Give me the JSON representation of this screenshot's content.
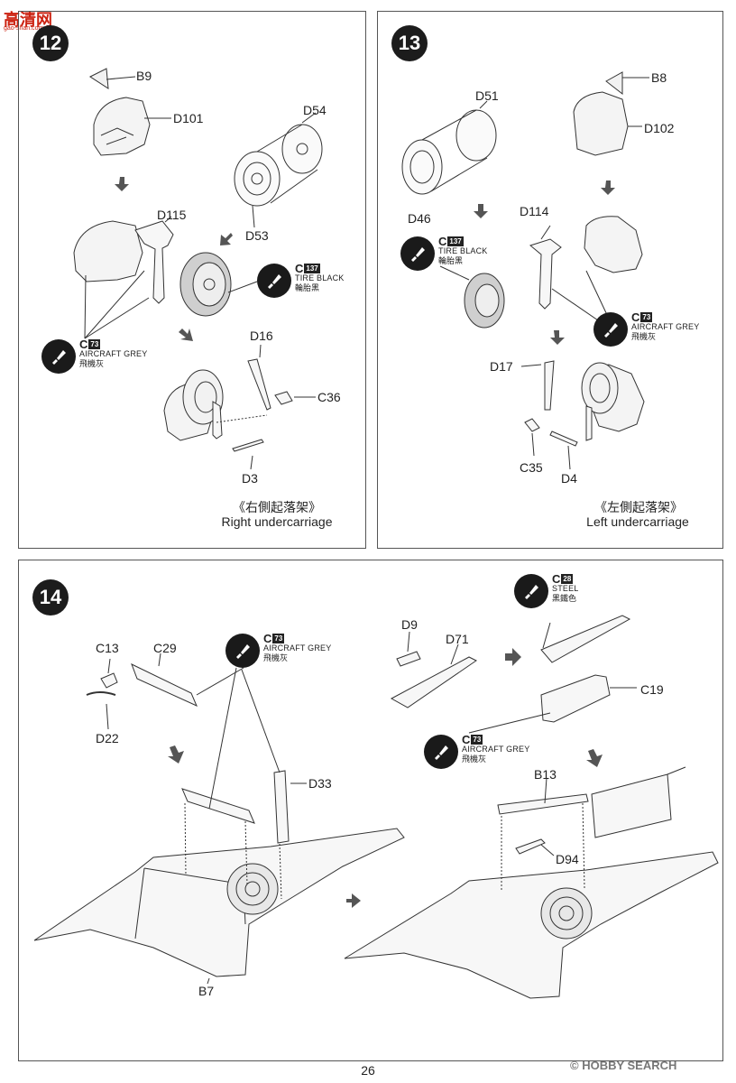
{
  "watermark_top": {
    "cn": "高清网",
    "url": "gao-shan.com"
  },
  "page_number": "26",
  "footer_watermark": "© HOBBY SEARCH",
  "step12": {
    "number": "12",
    "parts": {
      "b9": "B9",
      "d101": "D101",
      "d54": "D54",
      "d115": "D115",
      "d53": "D53",
      "d16": "D16",
      "c36": "C36",
      "d3": "D3"
    },
    "paint_tire": {
      "code": "C",
      "num": "137",
      "name": "TIRE BLACK",
      "zh": "輪胎黑",
      "icon": "brush-icon"
    },
    "paint_grey": {
      "code": "C",
      "num": "73",
      "name": "AIRCRAFT GREY",
      "zh": "飛機灰",
      "icon": "brush-icon"
    },
    "caption_zh": "《右側起落架》",
    "caption_en": "Right undercarriage"
  },
  "step13": {
    "number": "13",
    "parts": {
      "b8": "B8",
      "d51": "D51",
      "d102": "D102",
      "d46": "D46",
      "d114": "D114",
      "d17": "D17",
      "c35": "C35",
      "d4": "D4"
    },
    "paint_tire": {
      "code": "C",
      "num": "137",
      "name": "TIRE BLACK",
      "zh": "輪胎黑",
      "icon": "brush-icon"
    },
    "paint_grey": {
      "code": "C",
      "num": "73",
      "name": "AIRCRAFT GREY",
      "zh": "飛機灰",
      "icon": "brush-icon"
    },
    "caption_zh": "《左側起落架》",
    "caption_en": "Left undercarriage"
  },
  "step14": {
    "number": "14",
    "parts": {
      "c13": "C13",
      "c29": "C29",
      "d22": "D22",
      "d33": "D33",
      "b7": "B7",
      "d9": "D9",
      "d71": "D71",
      "c19": "C19",
      "b13": "B13",
      "d94": "D94"
    },
    "paint_grey_left": {
      "code": "C",
      "num": "73",
      "name": "AIRCRAFT GREY",
      "zh": "飛機灰",
      "icon": "brush-icon"
    },
    "paint_steel": {
      "code": "C",
      "num": "28",
      "name": "STEEL",
      "zh": "黑鐵色",
      "icon": "brush-icon"
    },
    "paint_grey_right": {
      "code": "C",
      "num": "73",
      "name": "AIRCRAFT GREY",
      "zh": "飛機灰",
      "icon": "brush-icon"
    }
  }
}
